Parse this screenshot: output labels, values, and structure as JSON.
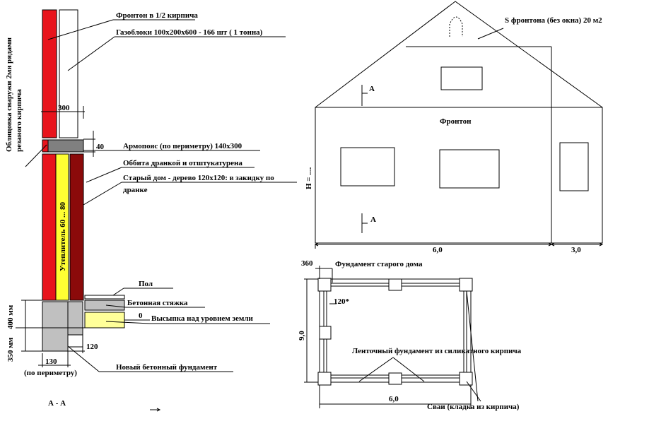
{
  "section": {
    "vertical_facing": "Облицовка снаружи 2мя рядами резаного кирпича",
    "labels": {
      "pediment_half_brick": "Фронтон в 1/2 кирпича",
      "gas_blocks": "Газоблоки 100х200х600 - 166 шт ( 1 тонна)",
      "ring_beam": "Армопояс (по периметру) 140х300",
      "shingled": "Оббита дранкой и отштукатурена",
      "old_house_line1": "Старый дом - дерево 120х120: в закидку по",
      "old_house_line2": "дранке",
      "insulation": "Утеплитель 60 ... 80",
      "floor": "Пол",
      "screed": "Бетонная стяжка",
      "backfill": "Высыпка над уровнем земли",
      "new_foundation": "Новый бетонный фундамент"
    },
    "dims": {
      "d300": "300",
      "d40": "40",
      "d400": "400 мм",
      "d350": "350 мм",
      "d0": "0",
      "d120": "120",
      "d130": "130",
      "perimeter": "(по периметру)"
    },
    "section_mark": "А - А"
  },
  "elevation": {
    "gable_area": "S фронтона (без окна) 20 м2",
    "gable_label": "Фронтон",
    "height_label": "H = ....",
    "cut_mark_top": "А",
    "cut_mark_bottom": "А",
    "width_main": "6,0",
    "width_side": "3,0"
  },
  "plan": {
    "dim_360": "360",
    "old_foundation": "Фундамент старого дома",
    "dim_120": "120*",
    "depth": "9,0",
    "strip_foundation": "Ленточный фундамент из силикатного кирпича",
    "width": "6,0",
    "piles": "Сваи (кладка из кирпича)"
  },
  "colors": {
    "brick_red": "#e8141c",
    "dark_red": "#8b0a0a",
    "insulation_yellow": "#ffff33",
    "concrete_grey": "#c0c0c0",
    "beam_grey": "#808080",
    "fill_pale_yellow": "#ffff99"
  }
}
